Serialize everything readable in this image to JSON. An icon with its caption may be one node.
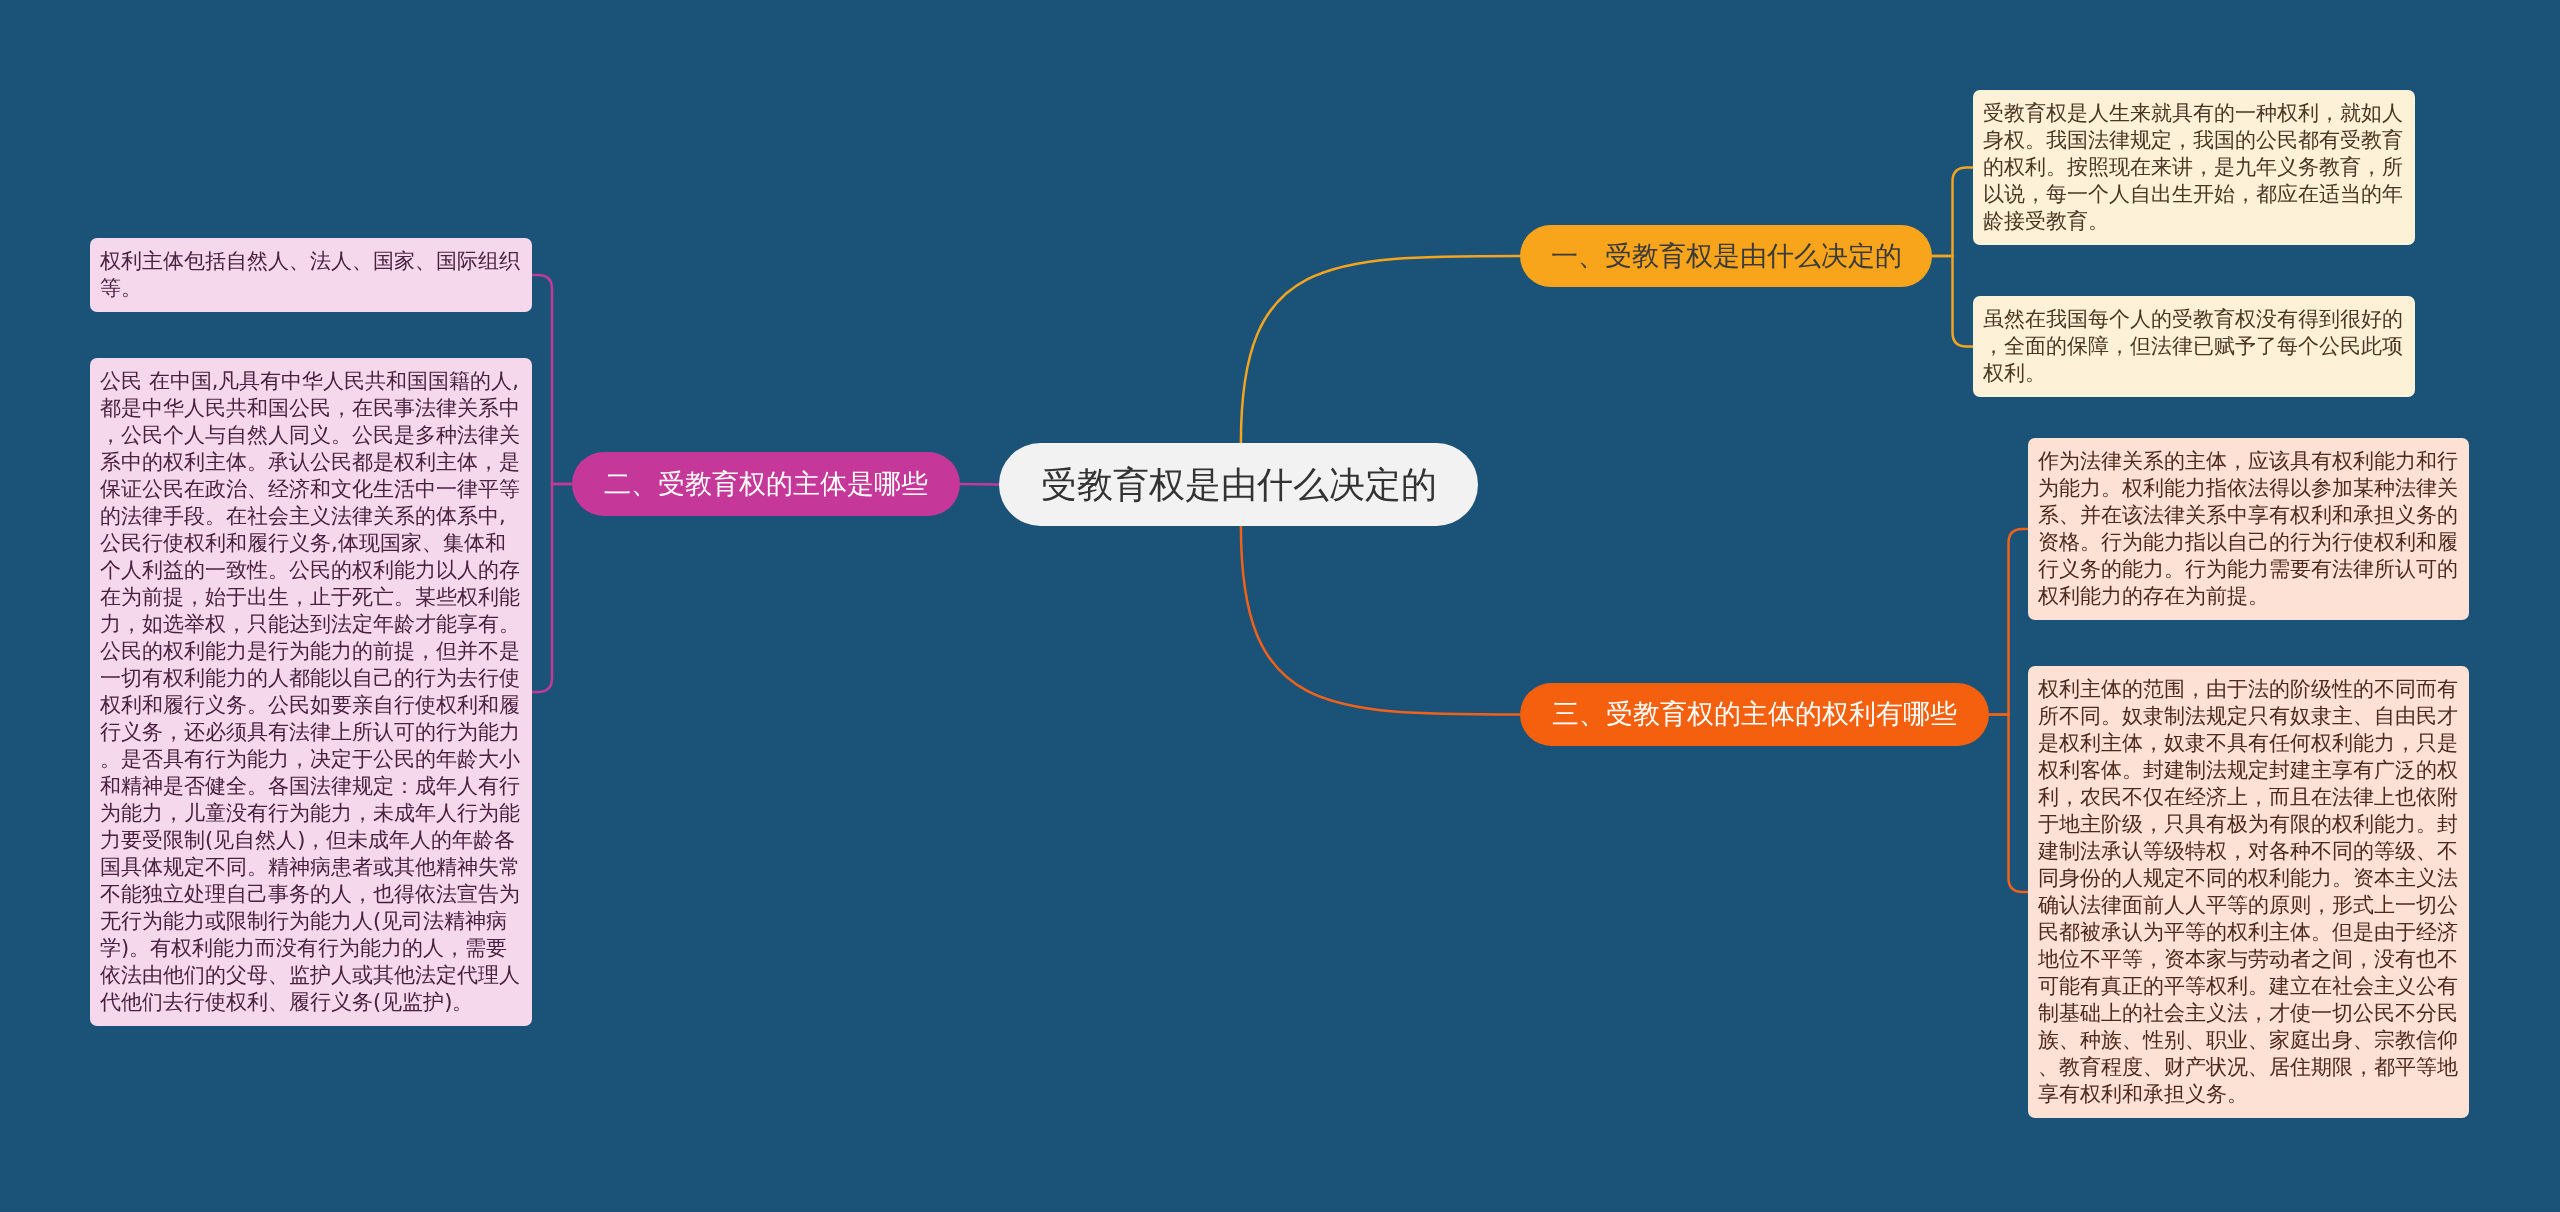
{
  "diagram": {
    "nodes": [
      {
        "text": [
          "受教育权是由什么决定的"
        ]
      },
      {
        "text": [
          "一、受教育权是由什么决定的"
        ]
      },
      {
        "text": [
          "受教育权是人生来就具有的一种权利，就如人身权。我国法律规定，我国的公民都有受教育的权利。按照现在来讲，是九年义务教育，所以说，每一个人自出生开始，都应在适当的年龄接受教育。"
        ]
      },
      {
        "text": [
          "虽然在我国每个人的受教育权没有得到很好的，全面的保障，但法律已赋予了每个公民此项权利。"
        ]
      },
      {
        "text": [
          "二、受教育权的主体是哪些"
        ]
      },
      {
        "text": [
          "权利主体包括自然人、法人、国家、国际组织等。"
        ]
      },
      {
        "text": [
          "公民 在中国,凡具有中华人民共和国国籍的人,都是中华人民共和国公民，在民事法律关系中，公民个人与自然人同义。公民是多种法律关系中的权利主体。承认公民都是权利主体，是保证公民在政治、经济和文化生活中一律平等的法律手段。在社会主义法律关系的体系中,公民行使权利和履行义务,体现国家、集体和个人利益的一致性。公民的权利能力以人的存在为前提，始于出生，止于死亡。某些权利能力，如选举权，只能达到法定年龄才能享有。公民的权利能力是行为能力的前提，但并不是一切有权利能力的人都能以自己的行为去行使权利和履行义务。公民如要亲自行使权利和履行义务，还必须具有法律上所认可的行为能力。是否具有行为能力，决定于公民的年龄大小和精神是否健全。各国法律规定：成年人有行为能力，儿童没有行为能力，未成年人行为能力要受限制(见自然人)，但未成年人的年龄各国具体规定不同。精神病患者或其他精神失常不能独立处理自己事务的人，也得依法宣告为无行为能力或限制行为能力人(见司法精神病学)。有权利能力而没有行为能力的人，需要依法由他们的父母、监护人或其他法定代理人代他们去行使权利、履行义务(见监护)。"
        ]
      },
      {
        "text": [
          "三、受教育权的主体的权利有哪些"
        ]
      },
      {
        "text": [
          "作为法律关系的主体，应该具有权利能力和行为能力。权利能力指依法得以参加某种法律关系、并在该法律关系中享有权利和承担义务的资格。行为能力指以自己的行为行使权利和履行义务的能力。行为能力需要有法律所认可的权利能力的存在为前提。"
        ]
      },
      {
        "text": [
          "权利主体的范围，由于法的阶级性的不同而有所不同。奴隶制法规定只有奴隶主、自由民才是权利主体，奴隶不具有任何权利能力，只是权利客体。封建制法规定封建主享有广泛的权利，农民不仅在经济上，而且在法律上也依附于地主阶级，只具有极为有限的权利能力。封建制法承认等级特权，对各种不同的等级、不同身份的人规定不同的权利能力。资本主义法确认法律面前人人平等的原则，形式上一切公民都被承认为平等的权利主体。但是由于经济地位不平等，资本家与劳动者之间，没有也不可能有真正的平等权利。建立在社会主义公有制基础上的社会主义法，才使一切公民不分民族、种族、性别、职业、家庭出身、宗教信仰、教育程度、财产状况、居住期限，都平等地享有权利和承担义务。"
        ]
      }
    ],
    "edges": [
      {
        "from": 0,
        "to": 1,
        "arrow": "none",
        "color": "#f4a41e"
      },
      {
        "from": 1,
        "to": 2,
        "arrow": "none",
        "color": "#f4a41e"
      },
      {
        "from": 1,
        "to": 3,
        "arrow": "none",
        "color": "#f4a41e"
      },
      {
        "from": 0,
        "to": 4,
        "arrow": "none",
        "color": "#c23a98"
      },
      {
        "from": 4,
        "to": 5,
        "arrow": "none",
        "color": "#c23a98"
      },
      {
        "from": 4,
        "to": 6,
        "arrow": "none",
        "color": "#c23a98"
      },
      {
        "from": 0,
        "to": 7,
        "arrow": "none",
        "color": "#f0621a"
      },
      {
        "from": 7,
        "to": 8,
        "arrow": "none",
        "color": "#f0621a"
      },
      {
        "from": 7,
        "to": 9,
        "arrow": "none",
        "color": "#f0621a"
      }
    ]
  }
}
